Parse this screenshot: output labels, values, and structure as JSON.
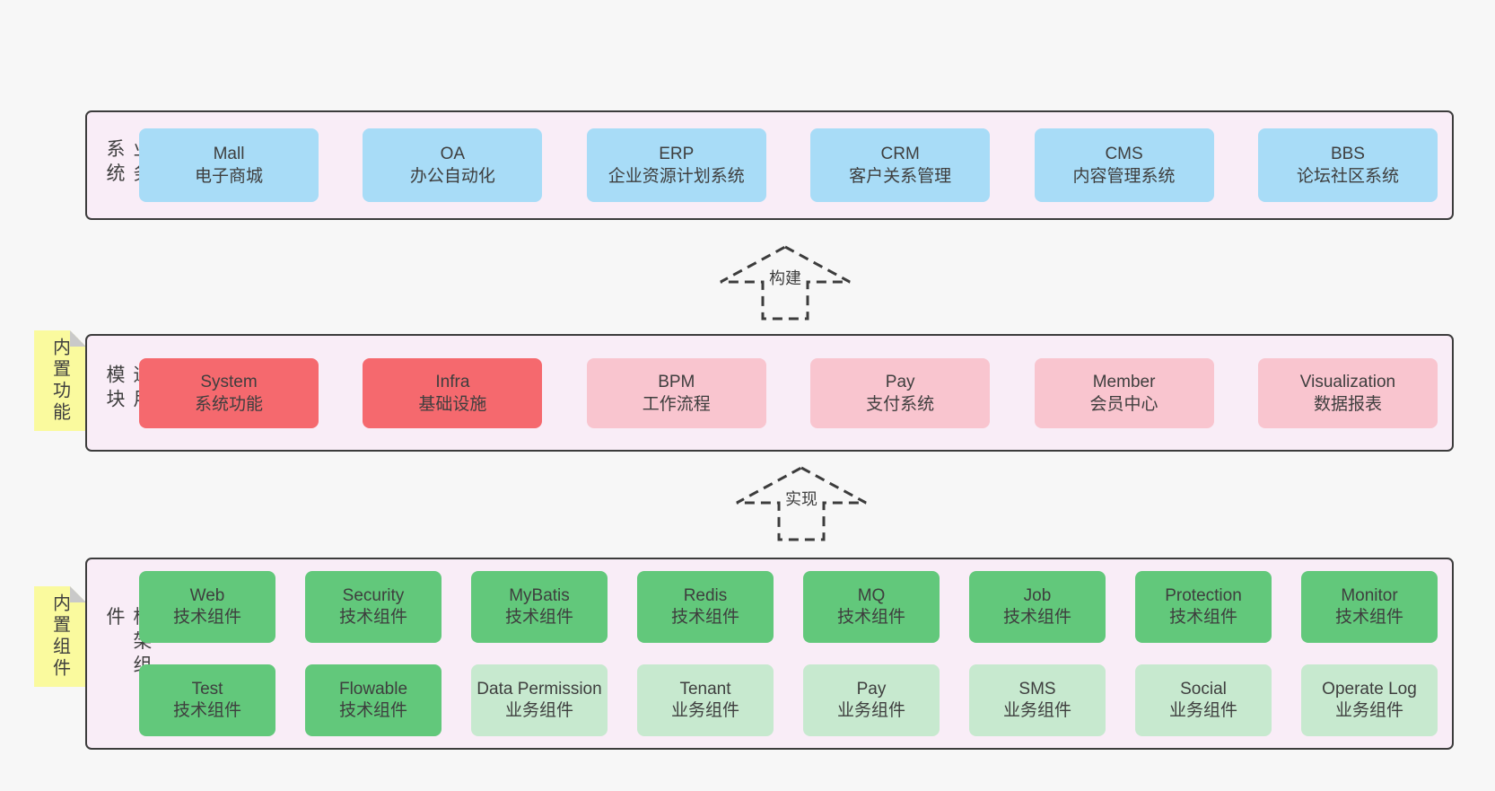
{
  "colors": {
    "background": "#f7f7f7",
    "container": "#f9edf7",
    "outline": "#3c3c3c",
    "text": "#3e3e3e",
    "blue": "#a8dcf7",
    "red": "#f5696e",
    "pink": "#f9c5cf",
    "green": "#62c87b",
    "lightgreen": "#c7e9cf",
    "note": "#fafa9e",
    "fold": "#c9c9c9"
  },
  "sections": [
    {
      "label": "业务系统",
      "note": null,
      "rows": [
        [
          {
            "name": "Mall",
            "desc": "电子商城",
            "variant": "blue"
          },
          {
            "name": "OA",
            "desc": "办公自动化",
            "variant": "blue"
          },
          {
            "name": "ERP",
            "desc": "企业资源计划系统",
            "variant": "blue"
          },
          {
            "name": "CRM",
            "desc": "客户关系管理",
            "variant": "blue"
          },
          {
            "name": "CMS",
            "desc": "内容管理系统",
            "variant": "blue"
          },
          {
            "name": "BBS",
            "desc": "论坛社区系统",
            "variant": "blue"
          }
        ]
      ]
    },
    {
      "label": "通用模块",
      "note": "内置功能",
      "rows": [
        [
          {
            "name": "System",
            "desc": "系统功能",
            "variant": "red"
          },
          {
            "name": "Infra",
            "desc": "基础设施",
            "variant": "red"
          },
          {
            "name": "BPM",
            "desc": "工作流程",
            "variant": "pink"
          },
          {
            "name": "Pay",
            "desc": "支付系统",
            "variant": "pink"
          },
          {
            "name": "Member",
            "desc": "会员中心",
            "variant": "pink"
          },
          {
            "name": "Visualization",
            "desc": "数据报表",
            "variant": "pink"
          }
        ]
      ]
    },
    {
      "label": "框架组件",
      "note": "内置组件",
      "rows": [
        [
          {
            "name": "Web",
            "desc": "技术组件",
            "variant": "green"
          },
          {
            "name": "Security",
            "desc": "技术组件",
            "variant": "green"
          },
          {
            "name": "MyBatis",
            "desc": "技术组件",
            "variant": "green"
          },
          {
            "name": "Redis",
            "desc": "技术组件",
            "variant": "green"
          },
          {
            "name": "MQ",
            "desc": "技术组件",
            "variant": "green"
          },
          {
            "name": "Job",
            "desc": "技术组件",
            "variant": "green"
          },
          {
            "name": "Protection",
            "desc": "技术组件",
            "variant": "green"
          },
          {
            "name": "Monitor",
            "desc": "技术组件",
            "variant": "green"
          }
        ],
        [
          {
            "name": "Test",
            "desc": "技术组件",
            "variant": "green"
          },
          {
            "name": "Flowable",
            "desc": "技术组件",
            "variant": "green"
          },
          {
            "name": "Data Permission",
            "desc": "业务组件",
            "variant": "lightgreen"
          },
          {
            "name": "Tenant",
            "desc": "业务组件",
            "variant": "lightgreen"
          },
          {
            "name": "Pay",
            "desc": "业务组件",
            "variant": "lightgreen"
          },
          {
            "name": "SMS",
            "desc": "业务组件",
            "variant": "lightgreen"
          },
          {
            "name": "Social",
            "desc": "业务组件",
            "variant": "lightgreen"
          },
          {
            "name": "Operate Log",
            "desc": "业务组件",
            "variant": "lightgreen"
          }
        ]
      ]
    }
  ],
  "arrows": [
    {
      "label": "构建"
    },
    {
      "label": "实现"
    }
  ]
}
